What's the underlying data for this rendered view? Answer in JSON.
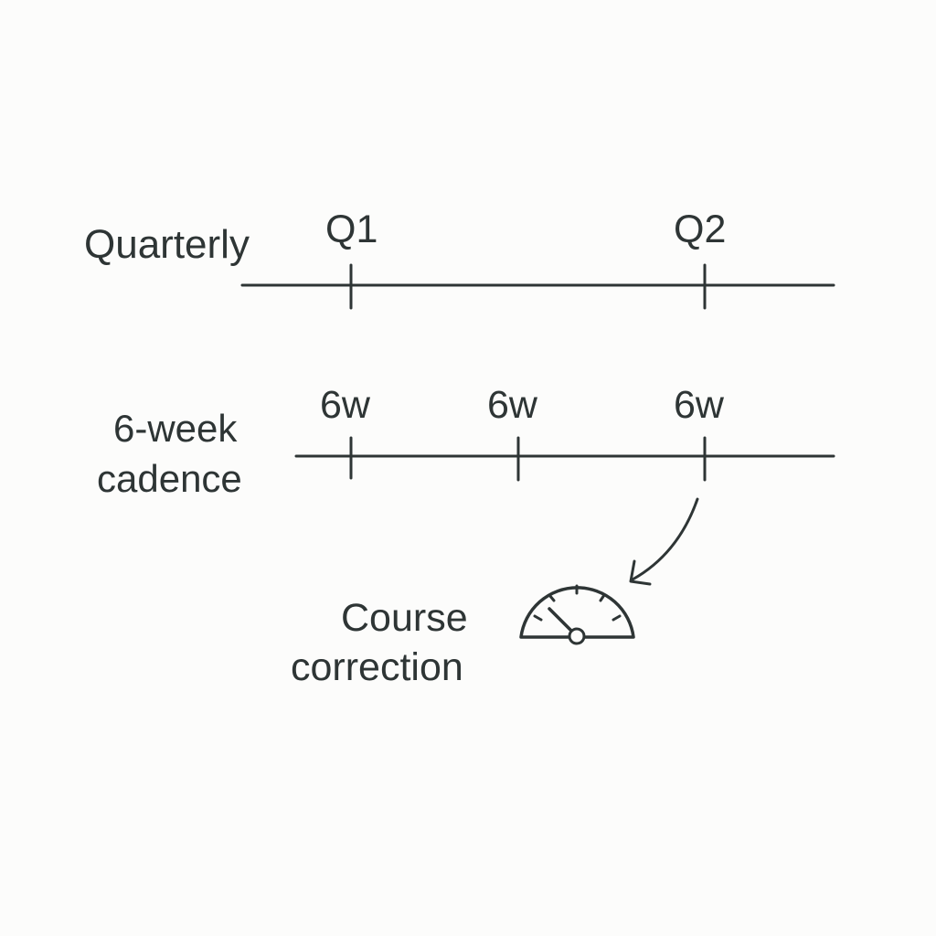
{
  "quarterly": {
    "label": "Quarterly",
    "ticks": [
      "Q1",
      "Q2"
    ]
  },
  "cadence": {
    "label_line1": "6-week",
    "label_line2": "cadence",
    "ticks": [
      "6w",
      "6w",
      "6w"
    ]
  },
  "callout": {
    "label_line1": "Course",
    "label_line2": "correction",
    "icon": "speedometer-gauge-icon",
    "arrow": "curved-arrow-icon"
  },
  "colors": {
    "background": "#fcfcfb",
    "ink": "#2e3535"
  }
}
